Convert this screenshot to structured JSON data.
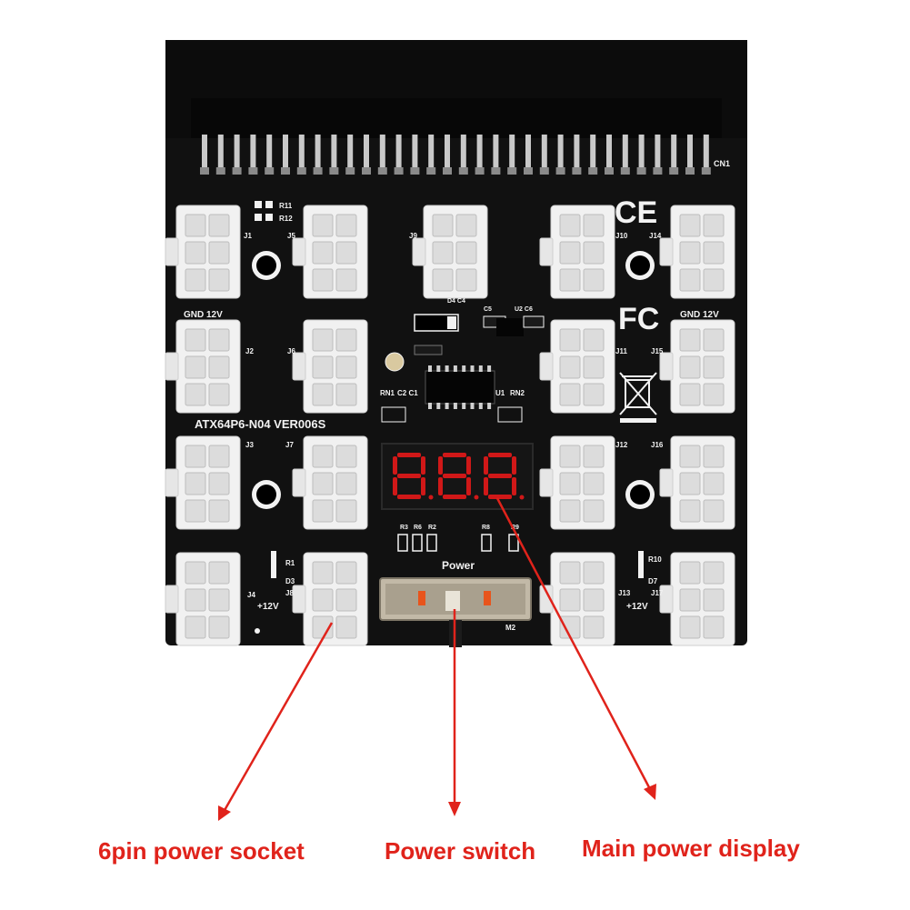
{
  "board": {
    "model_label": "ATX64P6-N04 VER006S",
    "power_label": "Power",
    "connector_label": "CN1",
    "display_digits": "888",
    "gnd_12v_label_left": "GND 12V",
    "gnd_12v_label_right": "GND 12V",
    "plus12v_left": "+12V",
    "plus12v_right": "+12V",
    "switch_label": "M2",
    "cert_ce": "CE",
    "cert_fc": "FC",
    "ref_labels": {
      "r11": "R11",
      "r12": "R12",
      "j1": "J1",
      "j2": "J2",
      "j3": "J3",
      "j4": "J4",
      "j5": "J5",
      "j6": "J6",
      "j7": "J7",
      "j8": "J8",
      "j9": "J9",
      "j10": "J10",
      "j11": "J11",
      "j12": "J12",
      "j13": "J13",
      "j14": "J14",
      "j15": "J15",
      "j16": "J16",
      "j17": "J17",
      "r1": "R1",
      "d3": "D3",
      "r10": "R10",
      "d7": "D7",
      "rn1": "RN1",
      "c2c1": "C2 C1",
      "u1": "U1",
      "rn2": "RN2",
      "d4c4": "D4 C4",
      "c5": "C5",
      "u2c6": "U2 C6",
      "r3": "R3",
      "r6": "R6",
      "r2": "R2",
      "r8": "R8",
      "r9": "R9"
    }
  },
  "callouts": {
    "socket": "6pin power socket",
    "switch": "Power switch",
    "display": "Main power display"
  },
  "colors": {
    "pcb": "#111111",
    "connector": "#f1f1f1",
    "callout": "#e0231b",
    "display_digit": "#d01818"
  }
}
